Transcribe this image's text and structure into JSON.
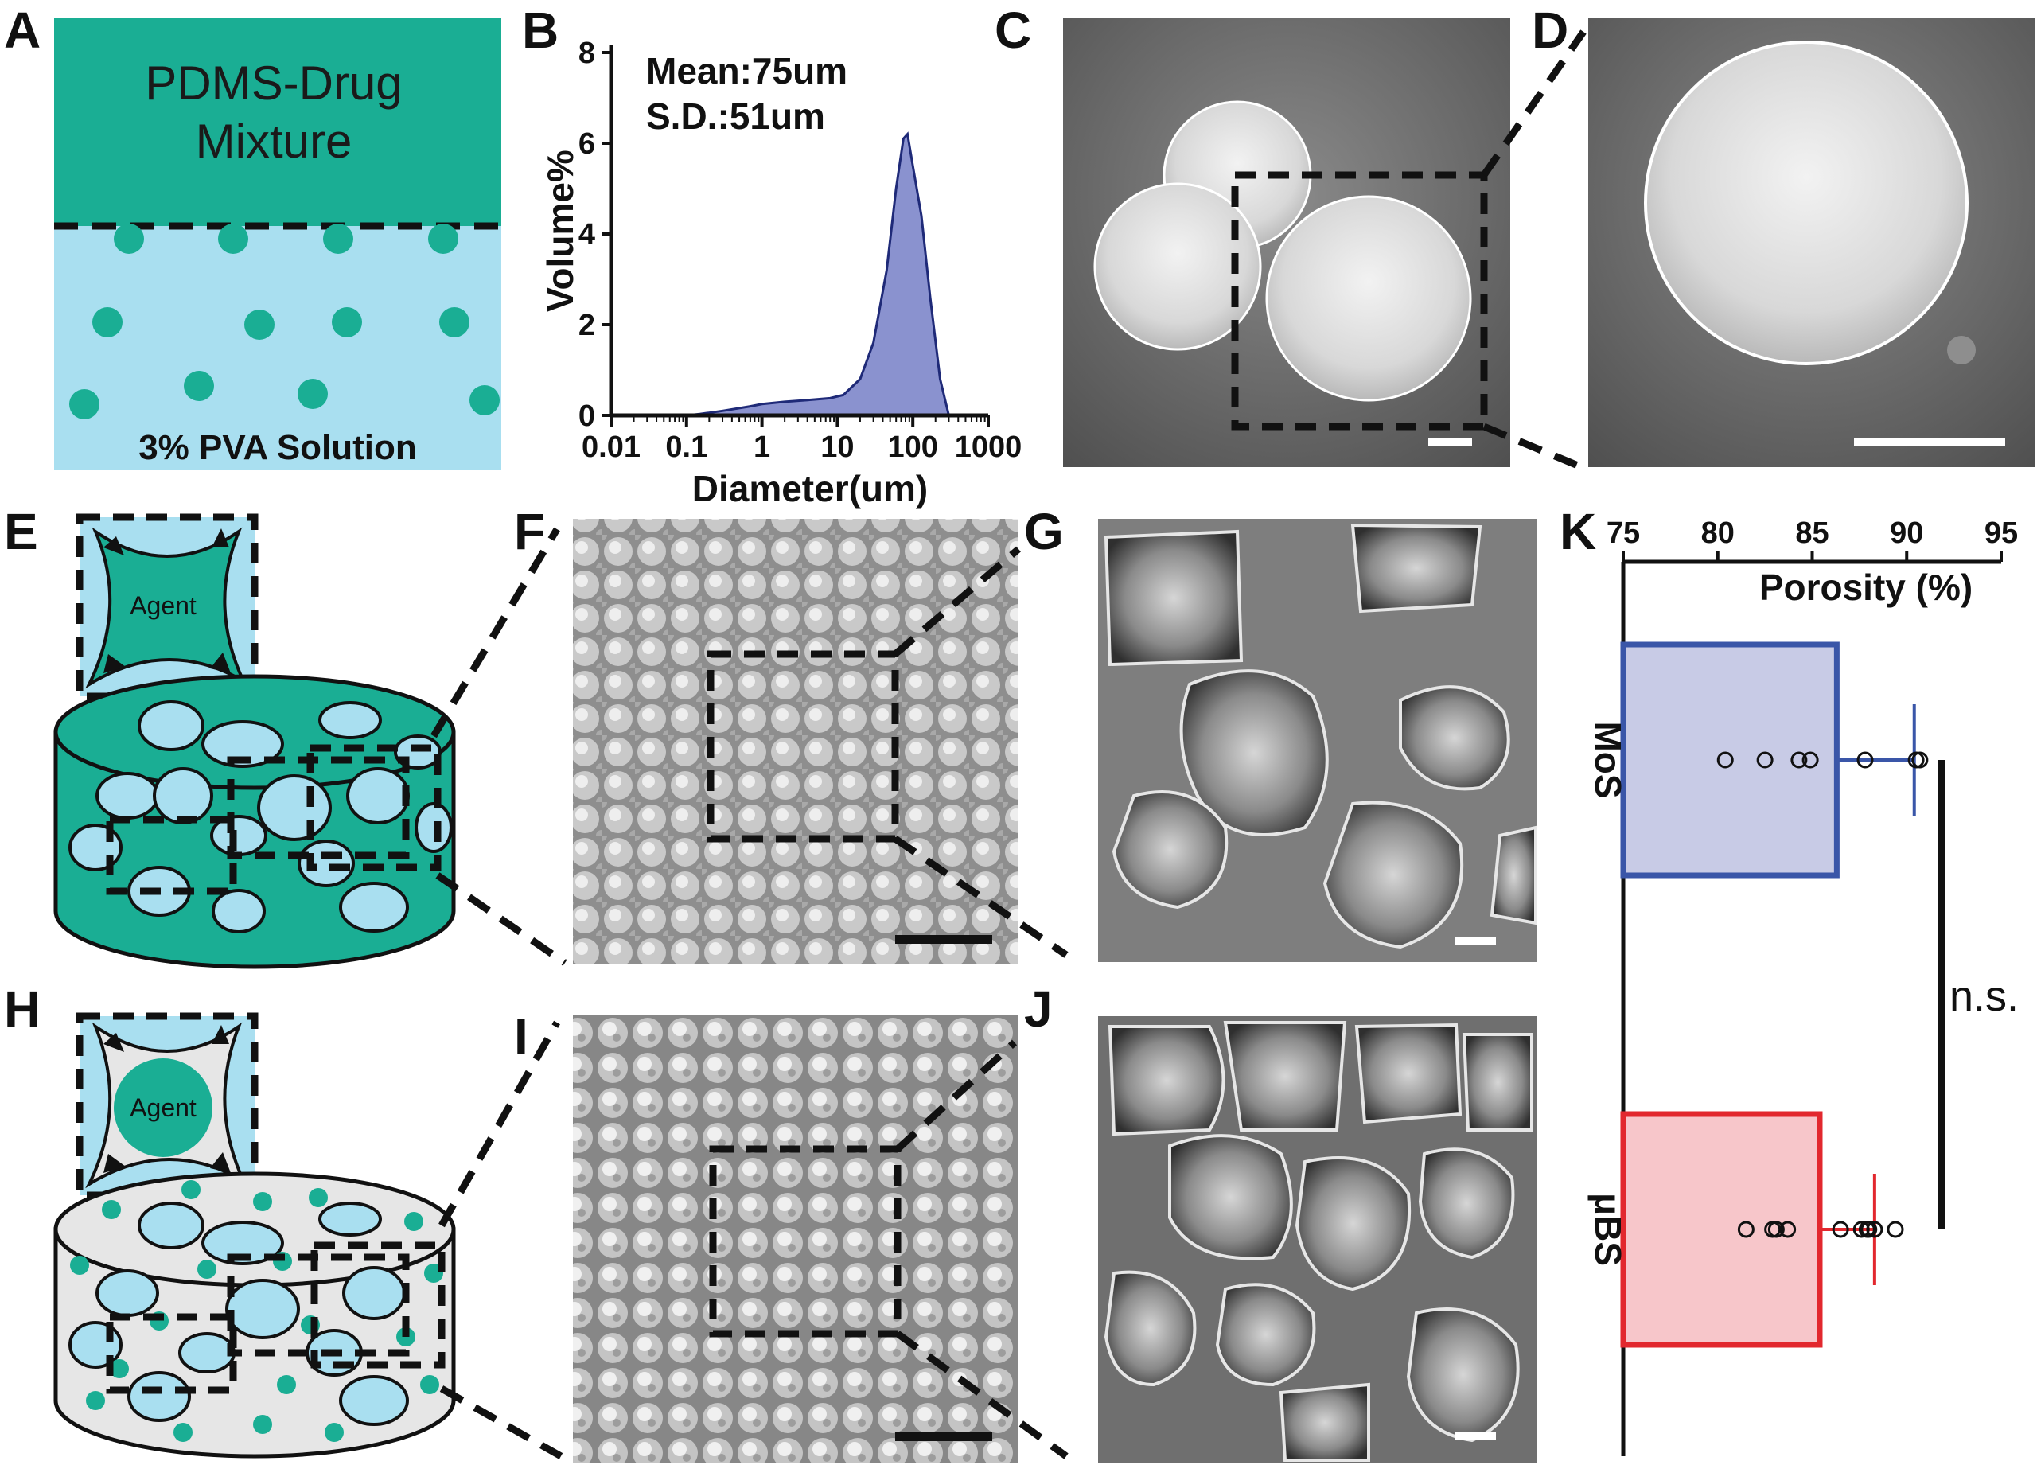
{
  "panels": {
    "A": {
      "label": "A",
      "top_text_line1": "PDMS-Drug",
      "top_text_line2": "Mixture",
      "bottom_text": "3% PVA Solution"
    },
    "B": {
      "label": "B",
      "stats_mean": "Mean:75um",
      "stats_sd": "S.D.:51um"
    },
    "C": {
      "label": "C"
    },
    "D": {
      "label": "D"
    },
    "E": {
      "label": "E",
      "inset_text": "Agent"
    },
    "F": {
      "label": "F"
    },
    "G": {
      "label": "G"
    },
    "H": {
      "label": "H",
      "inset_text": "Agent"
    },
    "I": {
      "label": "I"
    },
    "J": {
      "label": "J"
    },
    "K": {
      "label": "K",
      "significance": "n.s."
    }
  },
  "colors": {
    "teal": "#1aae94",
    "light_blue": "#a9dff0",
    "light_gray": "#e6e6e6",
    "hist_fill": "#8a92cf",
    "mos_fill": "#c8cbe6",
    "mos_edge": "#3a56a8",
    "ubs_fill": "#f7c6ca",
    "ubs_edge": "#e2282e"
  },
  "chart_data": [
    {
      "type": "area",
      "panel": "B",
      "title": "",
      "xlabel": "Diameter(um)",
      "ylabel": "Volume%",
      "xscale": "log",
      "xlim": [
        0.01,
        1000
      ],
      "ylim": [
        0,
        8
      ],
      "xticks": [
        "0.01",
        "0.1",
        "1",
        "10",
        "100",
        "1000"
      ],
      "yticks": [
        "0",
        "2",
        "4",
        "6",
        "8"
      ],
      "x": [
        0.1,
        0.15,
        0.3,
        0.7,
        1,
        2,
        5,
        8,
        12,
        20,
        30,
        45,
        60,
        75,
        85,
        100,
        130,
        170,
        230,
        300
      ],
      "y": [
        0,
        0.03,
        0.1,
        0.2,
        0.25,
        0.3,
        0.35,
        0.38,
        0.45,
        0.8,
        1.6,
        3.2,
        5.0,
        6.1,
        6.2,
        5.5,
        4.4,
        2.6,
        0.8,
        0
      ]
    },
    {
      "type": "bar",
      "panel": "K",
      "orientation": "horizontal",
      "xlabel": "Porosity (%)",
      "xlim": [
        75,
        95
      ],
      "xticks": [
        "75",
        "80",
        "85",
        "90",
        "95"
      ],
      "axis_position": "top",
      "categories": [
        "MoS",
        "μBS"
      ],
      "values": [
        86.3,
        85.4
      ],
      "error": [
        4.1,
        2.9
      ],
      "points": [
        [
          80.4,
          82.5,
          84.3,
          84.9,
          87.8,
          90.5,
          90.7
        ],
        [
          81.5,
          82.9,
          83.1,
          83.7,
          86.5,
          87.6,
          87.9,
          88.0,
          88.3,
          89.4
        ]
      ]
    }
  ]
}
